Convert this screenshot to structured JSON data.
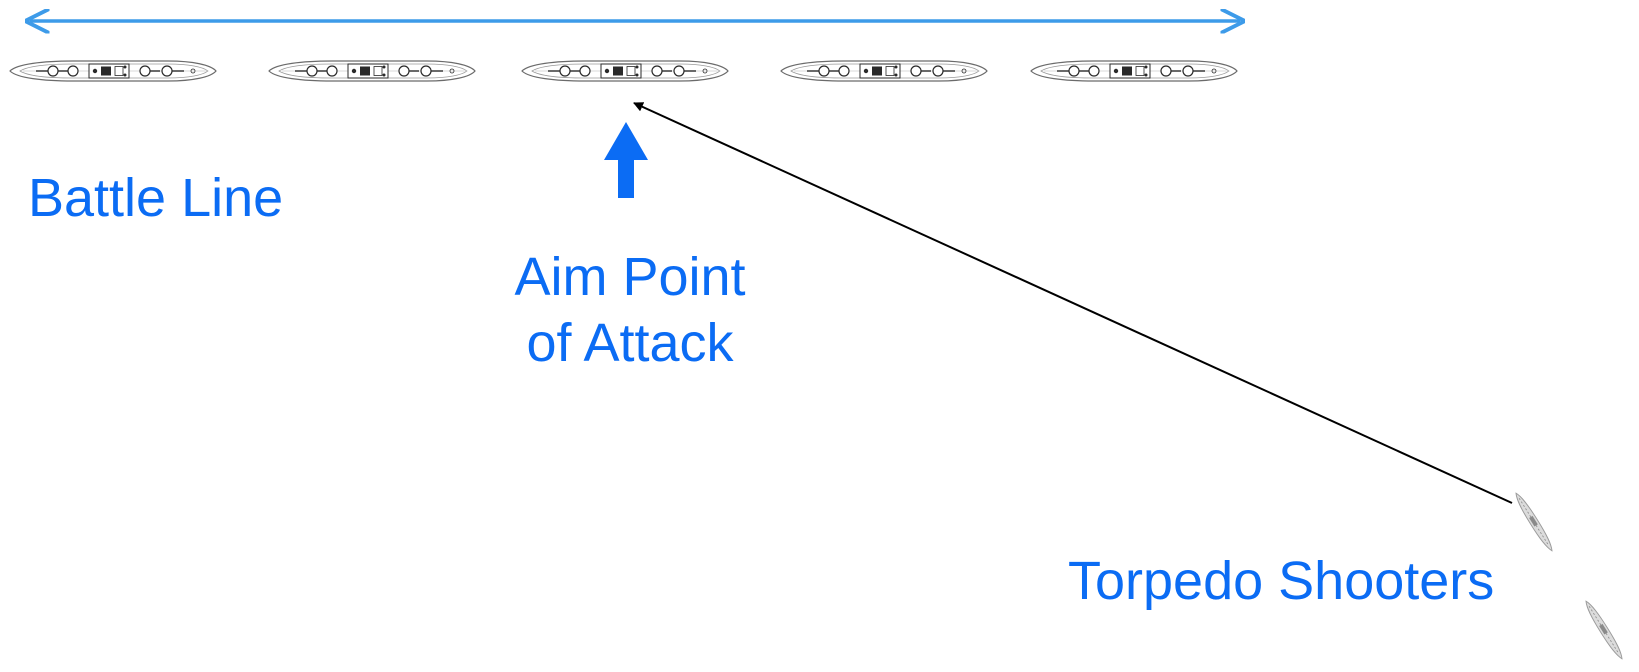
{
  "labels": {
    "battle_line": "Battle Line",
    "aim_point": {
      "line1": "Aim Point",
      "line2": "of Attack"
    },
    "torpedo_shooters": "Torpedo Shooters"
  },
  "battle_line_ship_count": 5,
  "torpedo_shooter_ship_count": 2,
  "colors": {
    "accent_blue": "#0b6cf4",
    "range_arrow_blue": "#3d9be9",
    "track_line": "#000000",
    "ship_outline": "#6b6b6b",
    "ship_detail": "#2a2a2a",
    "shooter_ship": "#9a9a9a"
  }
}
